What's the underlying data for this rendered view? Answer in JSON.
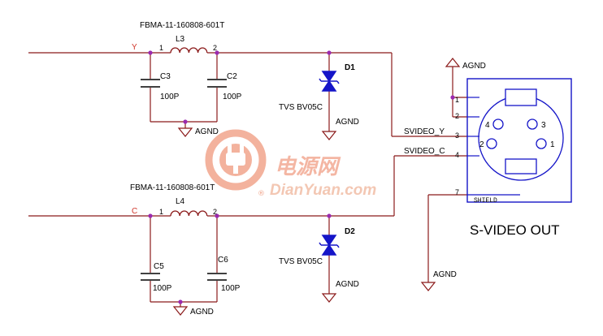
{
  "colors": {
    "wire": "#8b1a1a",
    "dot": "#9b2ab0",
    "diode": "#1515c8",
    "net": "#d0362a",
    "body": "#000000",
    "watermark": "#f1a58c"
  },
  "top": {
    "part": "FBMA-11-160808-601T",
    "inductor": "L3",
    "net": "Y",
    "pin1": "1",
    "pin2": "2",
    "cap_left": "C3",
    "cap_left_val": "100P",
    "cap_right": "C2",
    "cap_right_val": "100P",
    "gnd": "AGND",
    "diode": "D1",
    "diode_part": "TVS BV05C",
    "diode_gnd": "AGND"
  },
  "bottom": {
    "part": "FBMA-11-160808-601T",
    "inductor": "L4",
    "net": "C",
    "pin1": "1",
    "pin2": "2",
    "cap_left": "C5",
    "cap_left_val": "100P",
    "cap_right": "C6",
    "cap_right_val": "100P",
    "gnd": "AGND",
    "diode": "D2",
    "diode_part": "TVS BV05C",
    "diode_gnd": "AGND"
  },
  "connector": {
    "net_y": "SVIDEO_Y",
    "net_c": "SVIDEO_C",
    "gnd_top": "AGND",
    "gnd_shield": "AGND",
    "shield": "SHIELD",
    "pins": [
      "1",
      "2",
      "3",
      "4",
      "7"
    ],
    "face_pins": [
      "4",
      "3",
      "2",
      "1"
    ],
    "title": "S-VIDEO OUT"
  },
  "watermark": {
    "cn": "电源网",
    "en": "DianYuan.com",
    "reg": "®"
  }
}
